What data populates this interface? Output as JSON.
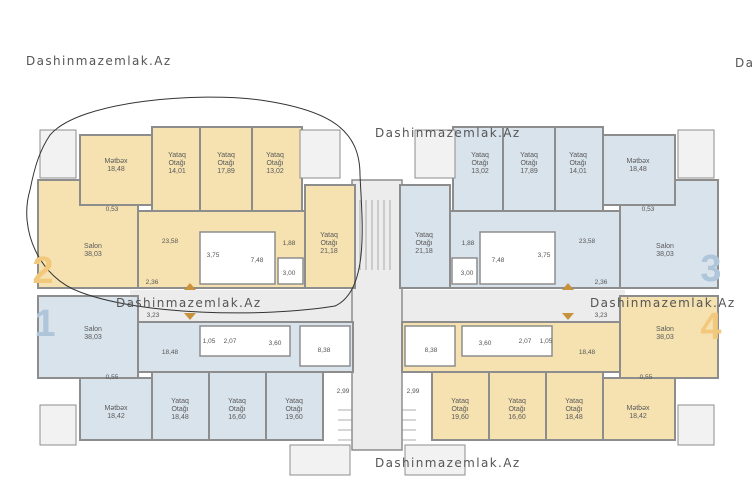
{
  "watermarks": [
    "Dashinmazemlak.Az",
    "Dashinmazemlak.Az",
    "Dashinmazemlak.Az",
    "Dashinmazemlak.Az",
    "Dash"
  ],
  "colors": {
    "yellow": "#f5e2b0",
    "blue": "#d9e3ec",
    "wall": "#8d8d8d",
    "core": "#ececec",
    "num_yellow": "#f2c97c",
    "num_blue": "#aec5da"
  },
  "apartment_numbers": {
    "a1": "1",
    "a2": "2",
    "a3": "3",
    "a4": "4"
  },
  "rooms": {
    "a2_matbax": [
      "Mətbəx",
      "18,48"
    ],
    "a2_yataq1": [
      "Yataq",
      "Otağı",
      "14,01"
    ],
    "a2_yataq2": [
      "Yataq",
      "Otağı",
      "17,89"
    ],
    "a2_yataq3": [
      "Yataq",
      "Otağı",
      "13,02"
    ],
    "a2_salon": [
      "Salon",
      "38,03"
    ],
    "a2_yataq4": [
      "Yataq",
      "Otağı",
      "21,18"
    ],
    "a2_hall": "23,58",
    "a3_yataq1": [
      "Yataq",
      "Otağı",
      "13,02"
    ],
    "a3_yataq2": [
      "Yataq",
      "Otağı",
      "17,89"
    ],
    "a3_yataq3": [
      "Yataq",
      "Otağı",
      "14,01"
    ],
    "a3_matbax": [
      "Mətbəx",
      "18,48"
    ],
    "a3_yataq4": [
      "Yataq",
      "Otağı",
      "21,18"
    ],
    "a3_salon": [
      "Salon",
      "38,03"
    ],
    "a3_hall": "23,58",
    "a1_salon": [
      "Salon",
      "38,03"
    ],
    "a1_matbax": [
      "Mətbəx",
      "18,42"
    ],
    "a1_yataq1": [
      "Yataq",
      "Otağı",
      "18,48"
    ],
    "a1_yataq2": [
      "Yataq",
      "Otağı",
      "16,60"
    ],
    "a1_yataq3": [
      "Yataq",
      "Otağı",
      "19,60"
    ],
    "a1_hall": "18,48",
    "a4_salon": [
      "Salon",
      "38,03"
    ],
    "a4_matbax": [
      "Mətbəx",
      "18,42"
    ],
    "a4_yataq1": [
      "Yataq",
      "Otağı",
      "19,60"
    ],
    "a4_yataq2": [
      "Yataq",
      "Otağı",
      "16,60"
    ],
    "a4_yataq3": [
      "Yataq",
      "Otağı",
      "18,48"
    ],
    "a4_hall": "18,48"
  },
  "small_areas": {
    "a2_balcony": "0,53",
    "a2_bath": "1,88",
    "a2_wc": "3,75",
    "a2_bath2": "7,48",
    "a2_store": "3,00",
    "a2_closet": "2,36",
    "a3_balcony": "0,53",
    "a3_bath": "1,88",
    "a3_wc": "3,75",
    "a3_bath2": "7,48",
    "a3_store": "3,00",
    "a3_closet": "2,36",
    "a1_closet": "3,23",
    "a1_wc1": "1,05",
    "a1_wc2": "2,07",
    "a1_bath": "3,60",
    "a1_bath2": "8,38",
    "a1_store": "2,99",
    "a1_balcony": "0,55",
    "a4_closet": "3,23",
    "a4_wc1": "1,05",
    "a4_wc2": "2,07",
    "a4_bath": "3,60",
    "a4_bath2": "8,38",
    "a4_store": "2,99",
    "a4_balcony": "0,55"
  }
}
